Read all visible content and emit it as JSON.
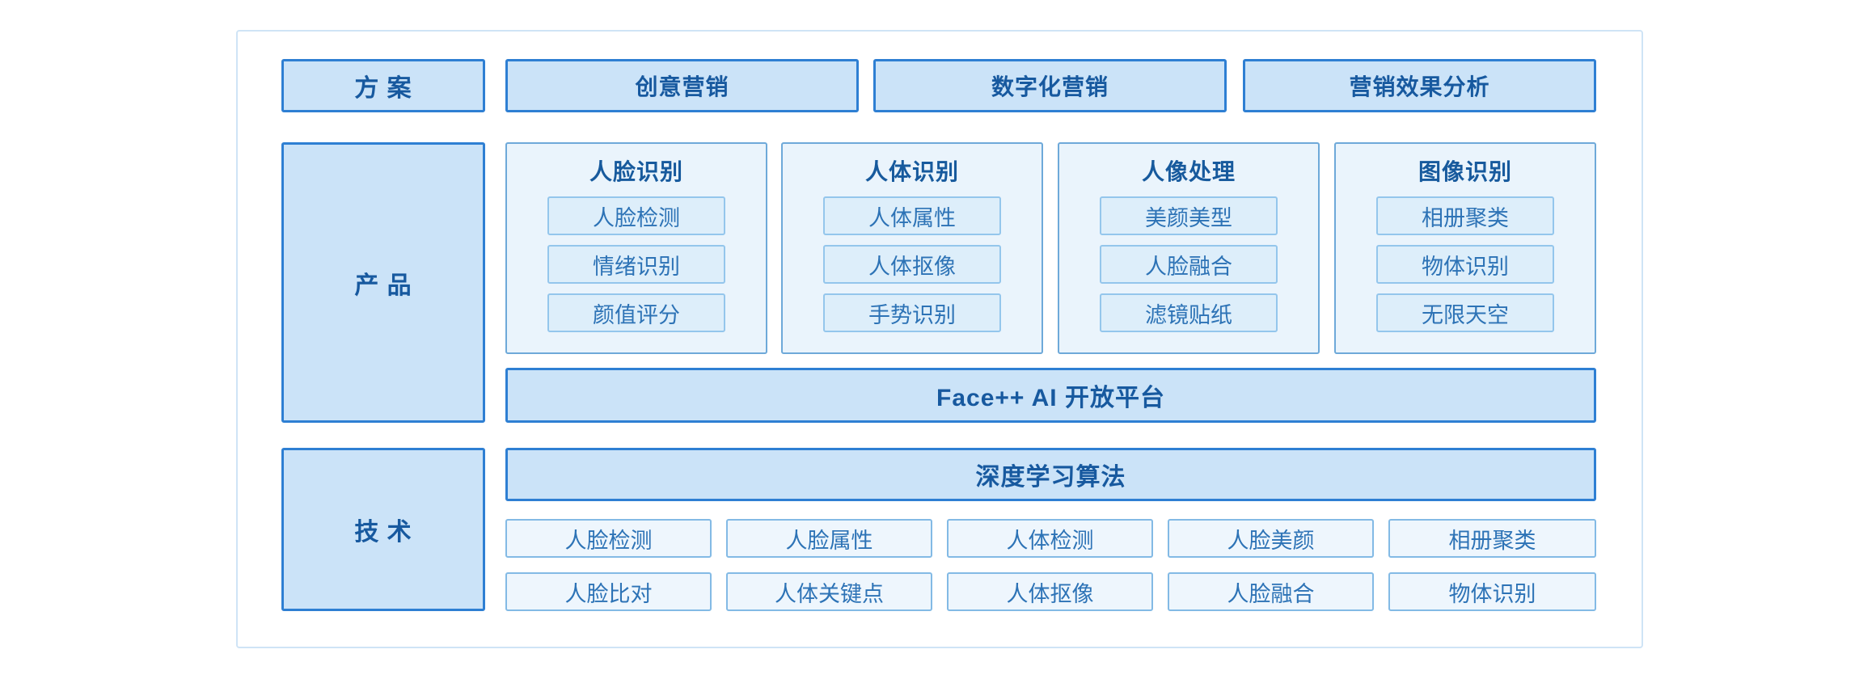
{
  "palette": {
    "strong_border": "#2e7fd3",
    "strong_fill": "#cbe3f8",
    "card_fill": "#eaf4fc",
    "card_border": "#6ea9d9",
    "card_item_fill": "#ddeefa",
    "card_item_border": "#94c6ec",
    "tech_item_fill": "#eef6fd",
    "tech_item_border": "#83bae5",
    "frame_border": "#cfe4f6",
    "heading_text": "#17599f",
    "item_text": "#2d73b6"
  },
  "solution_row": {
    "label": "方 案",
    "boxes": [
      "创意营销",
      "数字化营销",
      "营销效果分析"
    ]
  },
  "product_section": {
    "label": "产 品",
    "groups": [
      {
        "title": "人脸识别",
        "items": [
          "人脸检测",
          "情绪识别",
          "颜值评分"
        ]
      },
      {
        "title": "人体识别",
        "items": [
          "人体属性",
          "人体抠像",
          "手势识别"
        ]
      },
      {
        "title": "人像处理",
        "items": [
          "美颜美型",
          "人脸融合",
          "滤镜贴纸"
        ]
      },
      {
        "title": "图像识别",
        "items": [
          "相册聚类",
          "物体识别",
          "无限天空"
        ]
      }
    ],
    "platform_bar": "Face++ AI 开放平台"
  },
  "tech_section": {
    "label": "技 术",
    "algorithm_bar": "深度学习算法",
    "grid": [
      [
        "人脸检测",
        "人脸属性",
        "人体检测",
        "人脸美颜",
        "相册聚类"
      ],
      [
        "人脸比对",
        "人体关键点",
        "人体抠像",
        "人脸融合",
        "物体识别"
      ]
    ]
  }
}
